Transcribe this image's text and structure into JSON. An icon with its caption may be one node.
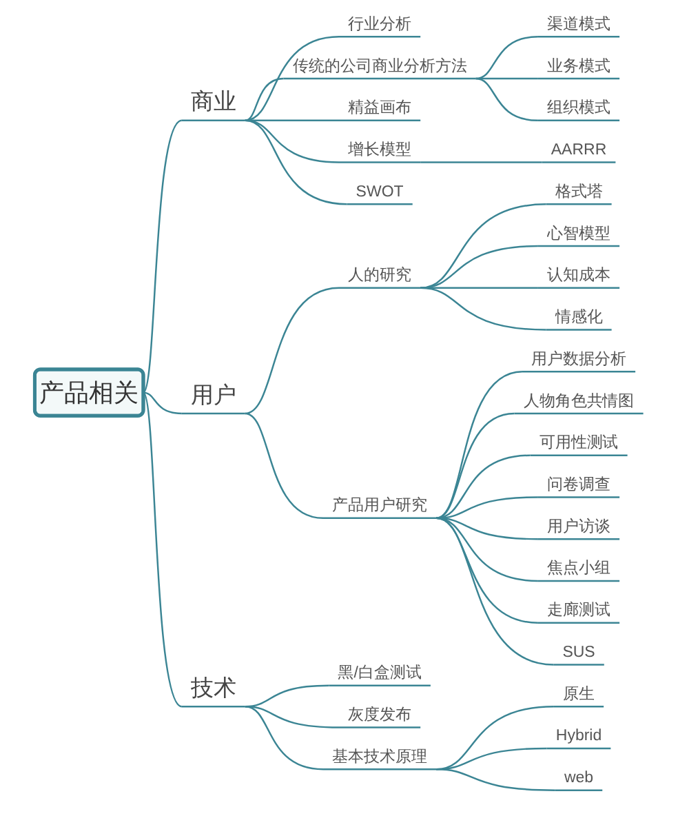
{
  "diagram": {
    "nodes": [
      {
        "text": [
          "产品相关"
        ]
      },
      {
        "text": [
          "商业"
        ]
      },
      {
        "text": [
          "行业分析"
        ]
      },
      {
        "text": [
          "传统的公司商业分析方法"
        ]
      },
      {
        "text": [
          "渠道模式"
        ]
      },
      {
        "text": [
          "业务模式"
        ]
      },
      {
        "text": [
          "组织模式"
        ]
      },
      {
        "text": [
          "精益画布"
        ]
      },
      {
        "text": [
          "增长模型"
        ]
      },
      {
        "text": [
          "AARRR"
        ]
      },
      {
        "text": [
          "SWOT"
        ]
      },
      {
        "text": [
          "用户"
        ]
      },
      {
        "text": [
          "人的研究"
        ]
      },
      {
        "text": [
          "格式塔"
        ]
      },
      {
        "text": [
          "心智模型"
        ]
      },
      {
        "text": [
          "认知成本"
        ]
      },
      {
        "text": [
          "情感化"
        ]
      },
      {
        "text": [
          "产品用户研究"
        ]
      },
      {
        "text": [
          "用户数据分析"
        ]
      },
      {
        "text": [
          "人物角色共情图"
        ]
      },
      {
        "text": [
          "可用性测试"
        ]
      },
      {
        "text": [
          "问卷调查"
        ]
      },
      {
        "text": [
          "用户访谈"
        ]
      },
      {
        "text": [
          "焦点小组"
        ]
      },
      {
        "text": [
          "走廊测试"
        ]
      },
      {
        "text": [
          "SUS"
        ]
      },
      {
        "text": [
          "技术"
        ]
      },
      {
        "text": [
          "黑/白盒测试"
        ]
      },
      {
        "text": [
          "灰度发布"
        ]
      },
      {
        "text": [
          "基本技术原理"
        ]
      },
      {
        "text": [
          "原生"
        ]
      },
      {
        "text": [
          "Hybrid"
        ]
      },
      {
        "text": [
          "web"
        ]
      }
    ],
    "edges": [
      {
        "from": 0,
        "to": 1,
        "arrow": "none"
      },
      {
        "from": 1,
        "to": 2,
        "arrow": "none"
      },
      {
        "from": 1,
        "to": 3,
        "arrow": "none"
      },
      {
        "from": 3,
        "to": 4,
        "arrow": "none"
      },
      {
        "from": 3,
        "to": 5,
        "arrow": "none"
      },
      {
        "from": 3,
        "to": 6,
        "arrow": "none"
      },
      {
        "from": 1,
        "to": 7,
        "arrow": "none"
      },
      {
        "from": 1,
        "to": 8,
        "arrow": "none"
      },
      {
        "from": 8,
        "to": 9,
        "arrow": "none"
      },
      {
        "from": 1,
        "to": 10,
        "arrow": "none"
      },
      {
        "from": 0,
        "to": 11,
        "arrow": "none"
      },
      {
        "from": 11,
        "to": 12,
        "arrow": "none"
      },
      {
        "from": 12,
        "to": 13,
        "arrow": "none"
      },
      {
        "from": 12,
        "to": 14,
        "arrow": "none"
      },
      {
        "from": 12,
        "to": 15,
        "arrow": "none"
      },
      {
        "from": 12,
        "to": 16,
        "arrow": "none"
      },
      {
        "from": 11,
        "to": 17,
        "arrow": "none"
      },
      {
        "from": 17,
        "to": 18,
        "arrow": "none"
      },
      {
        "from": 17,
        "to": 19,
        "arrow": "none"
      },
      {
        "from": 17,
        "to": 20,
        "arrow": "none"
      },
      {
        "from": 17,
        "to": 21,
        "arrow": "none"
      },
      {
        "from": 17,
        "to": 22,
        "arrow": "none"
      },
      {
        "from": 17,
        "to": 23,
        "arrow": "none"
      },
      {
        "from": 17,
        "to": 24,
        "arrow": "none"
      },
      {
        "from": 17,
        "to": 25,
        "arrow": "none"
      },
      {
        "from": 0,
        "to": 26,
        "arrow": "none"
      },
      {
        "from": 26,
        "to": 27,
        "arrow": "none"
      },
      {
        "from": 26,
        "to": 28,
        "arrow": "none"
      },
      {
        "from": 26,
        "to": 29,
        "arrow": "none"
      },
      {
        "from": 29,
        "to": 30,
        "arrow": "none"
      },
      {
        "from": 29,
        "to": 31,
        "arrow": "none"
      },
      {
        "from": 29,
        "to": 32,
        "arrow": "none"
      }
    ]
  }
}
